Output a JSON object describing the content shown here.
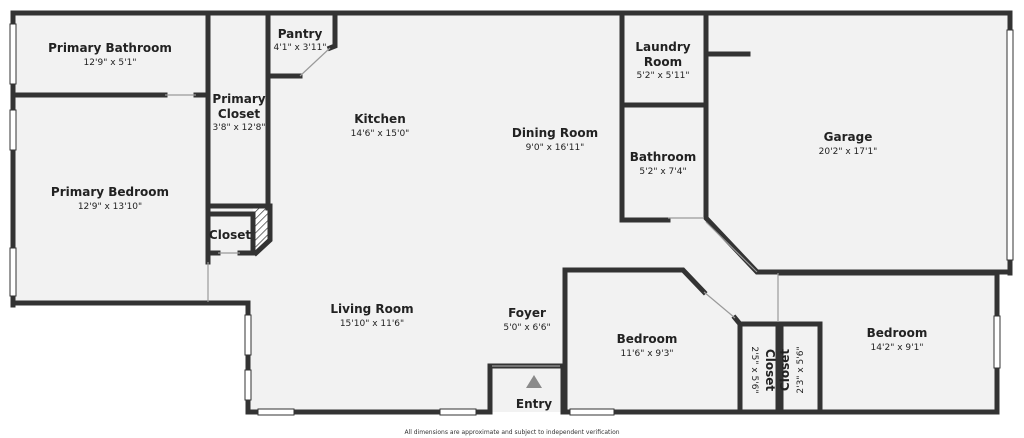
{
  "colors": {
    "floor": "#f2f2f2",
    "wall": "#333333",
    "window": "#ffffff",
    "accent": "#8a8a8a"
  },
  "rooms": {
    "primary_bathroom": {
      "name": "Primary Bathroom",
      "dims": "12'9\" x 5'1\""
    },
    "primary_bedroom": {
      "name": "Primary Bedroom",
      "dims": "12'9\" x 13'10\""
    },
    "primary_closet": {
      "name_line1": "Primary",
      "name_line2": "Closet",
      "dims": "3'8\" x 12'8\""
    },
    "closet_small": {
      "name": "Closet"
    },
    "pantry": {
      "name": "Pantry",
      "dims": "4'1\" x 3'11\""
    },
    "kitchen": {
      "name": "Kitchen",
      "dims": "14'6\" x 15'0\""
    },
    "dining_room": {
      "name": "Dining Room",
      "dims": "9'0\" x 16'11\""
    },
    "laundry_room": {
      "name_line1": "Laundry",
      "name_line2": "Room",
      "dims": "5'2\" x 5'11\""
    },
    "bathroom": {
      "name": "Bathroom",
      "dims": "5'2\" x 7'4\""
    },
    "garage": {
      "name": "Garage",
      "dims": "20'2\" x 17'1\""
    },
    "living_room": {
      "name": "Living Room",
      "dims": "15'10\" x 11'6\""
    },
    "foyer": {
      "name": "Foyer",
      "dims": "5'0\" x 6'6\""
    },
    "entry": {
      "name": "Entry"
    },
    "bedroom_1": {
      "name": "Bedroom",
      "dims": "11'6\" x 9'3\""
    },
    "closet_1": {
      "name": "Closet",
      "dims": "2'5\" x 5'6\""
    },
    "closet_2": {
      "name": "Closet",
      "dims": "2'3\" x 5'6\""
    },
    "bedroom_2": {
      "name": "Bedroom",
      "dims": "14'2\" x 9'1\""
    }
  },
  "footnote": "All dimensions are approximate and subject to independent verification"
}
